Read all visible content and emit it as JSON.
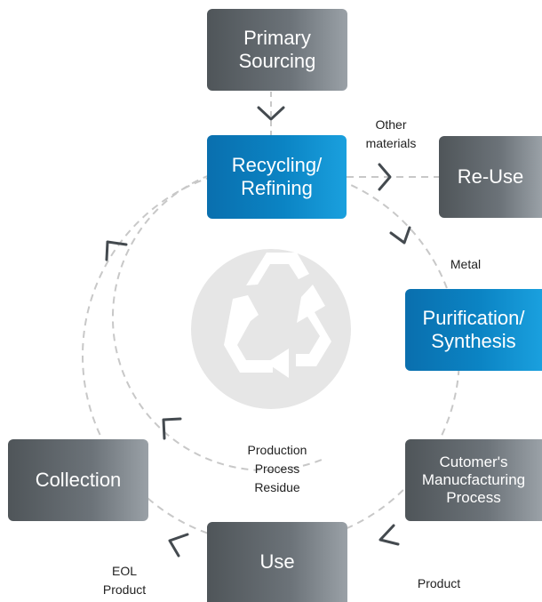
{
  "nodes": {
    "primary_sourcing": "Primary\nSourcing",
    "recycling_refining": "Recycling/\nRefining",
    "re_use": "Re-Use",
    "purification_synthesis": "Purification/\nSynthesis",
    "customer_manufacturing": "Cutomer's\nManucfacturing\nProcess",
    "use": "Use",
    "collection": "Collection"
  },
  "labels": {
    "other_materials": "Other\nmaterials",
    "metal": "Metal",
    "production_residue": "Production\nProcess\nResidue",
    "eol_product": "EOL\nProduct",
    "product": "Product"
  },
  "colors": {
    "gray_box": "#6c7379",
    "blue_box": "#0b84c4",
    "dash": "#c8c8c8",
    "recycle_symbol_bg": "#e6e6e6"
  },
  "icons": {
    "center": "recycle-icon",
    "arrows": "chevron-arrow-icon"
  }
}
